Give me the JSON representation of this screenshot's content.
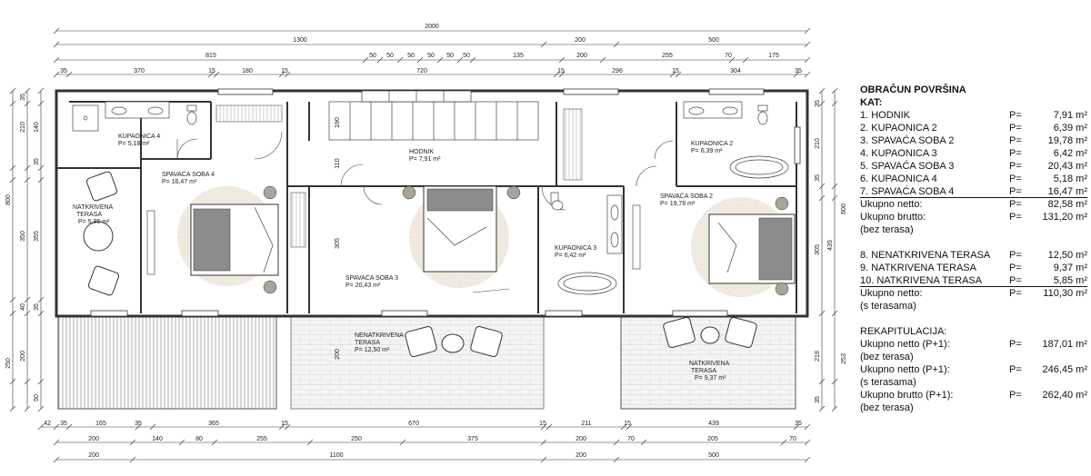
{
  "plan": {
    "dims_top": {
      "row1": [
        "2000"
      ],
      "row2": [
        "1300",
        "200",
        "500"
      ],
      "row3": [
        "815",
        "50",
        "50",
        "50",
        "50",
        "50",
        "50",
        "135",
        "200",
        "255",
        "70",
        "175"
      ],
      "row4": [
        "35",
        "370",
        "15",
        "180",
        "15",
        "720",
        "15",
        "296",
        "15",
        "304",
        "35"
      ]
    },
    "dims_bottom": {
      "row1": [
        "42",
        "35",
        "165",
        "35",
        "365",
        "15",
        "670",
        "15",
        "211",
        "15",
        "439",
        "35"
      ],
      "row2": [
        "200",
        "140",
        "80",
        "255",
        "250",
        "375",
        "200",
        "70",
        "205",
        "70"
      ],
      "row3": [
        "200",
        "1100",
        "200",
        "500"
      ]
    },
    "dims_left": {
      "outer": [
        "800"
      ],
      "inner": [
        "35",
        "210",
        "140",
        "35",
        "350",
        "355",
        "40",
        "35",
        "250",
        "200",
        "50"
      ]
    },
    "dims_right": {
      "outer": [
        "600",
        "253"
      ],
      "inner": [
        "35",
        "210",
        "35",
        "435",
        "305",
        "218",
        "35"
      ]
    },
    "dims_interior": [
      "190",
      "110",
      "305",
      "200"
    ],
    "rooms": {
      "kup4": {
        "name": "KUPAONICA 4",
        "area": "P= 5,18 m²"
      },
      "soba4": {
        "name": "SPAVAĆA SOBA 4",
        "area": "P= 16,47 m²"
      },
      "natk_left": {
        "name1": "NATKRIVENA",
        "name2": "TERASA",
        "area": "P= 5,85 m²"
      },
      "hodnik": {
        "name": "HODNIK",
        "area": "P= 7,91 m²"
      },
      "soba3": {
        "name": "SPAVAĆA SOBA 3",
        "area": "P= 20,43 m²"
      },
      "nenatk": {
        "name1": "NENATKRIVENA",
        "name2": "TERASA",
        "area": "P= 12,50 m²"
      },
      "kup3": {
        "name": "KUPAONICA 3",
        "area": "P= 6,42 m²"
      },
      "kup2": {
        "name": "KUPAONICA 2",
        "area": "P= 6,39 m²"
      },
      "soba2": {
        "name": "SPAVAĆA SOBA 2",
        "area": "P= 19,78 m²"
      },
      "natk_right": {
        "name1": "NATKRIVENA",
        "name2": "TERASA",
        "area": "P= 9,37 m²"
      }
    }
  },
  "areas": {
    "title": "OBRAČUN POVRŠINA",
    "subtitle": "KAT:",
    "rooms": [
      {
        "name": "1. HODNIK",
        "p": "P=",
        "value": "7,91 m²"
      },
      {
        "name": "2. KUPAONICA 2",
        "p": "P=",
        "value": "6,39 m²"
      },
      {
        "name": "3. SPAVAĆA SOBA 2",
        "p": "P=",
        "value": "19,78 m²"
      },
      {
        "name": "4. KUPAONICA 3",
        "p": "P=",
        "value": "6,42 m²"
      },
      {
        "name": "5. SPAVAĆA SOBA 3",
        "p": "P=",
        "value": "20,43 m²"
      },
      {
        "name": "6. KUPAONICA 4",
        "p": "P=",
        "value": "5,18 m²"
      },
      {
        "name": "7. SPAVAĆA SOBA 4",
        "p": "P=",
        "value": "16,47 m²"
      }
    ],
    "netto": {
      "name": "Ukupno netto:",
      "p": "P=",
      "value": "82,58 m²"
    },
    "brutto": {
      "name": "Ukupno brutto:",
      "p": "P=",
      "value": "131,20 m²"
    },
    "brutto_note": "(bez terasa)",
    "terraces": [
      {
        "name": "8. NENATKRIVENA TERASA",
        "p": "P=",
        "value": "12,50 m²"
      },
      {
        "name": "9. NATKRIVENA TERASA",
        "p": "P=",
        "value": "9,37 m²"
      },
      {
        "name": "10. NATKRIVENA TERASA",
        "p": "P=",
        "value": "5,85 m²"
      }
    ],
    "terrace_netto": {
      "name": "Ukupno netto:",
      "p": "P=",
      "value": "110,30 m²"
    },
    "terrace_note": "(s terasama)",
    "recap_title": "REKAPITULACIJA:",
    "recap": [
      {
        "name": "Ukupno netto (P+1):",
        "p": "P=",
        "value": "187,01 m²",
        "note": "(bez terasa)"
      },
      {
        "name": "Ukupno netto (P+1):",
        "p": "P=",
        "value": "246,45 m²",
        "note": "(s terasama)"
      },
      {
        "name": "Ukupno brutto (P+1):",
        "p": "P=",
        "value": "262,40 m²",
        "note": "(bez terasa)"
      }
    ]
  }
}
